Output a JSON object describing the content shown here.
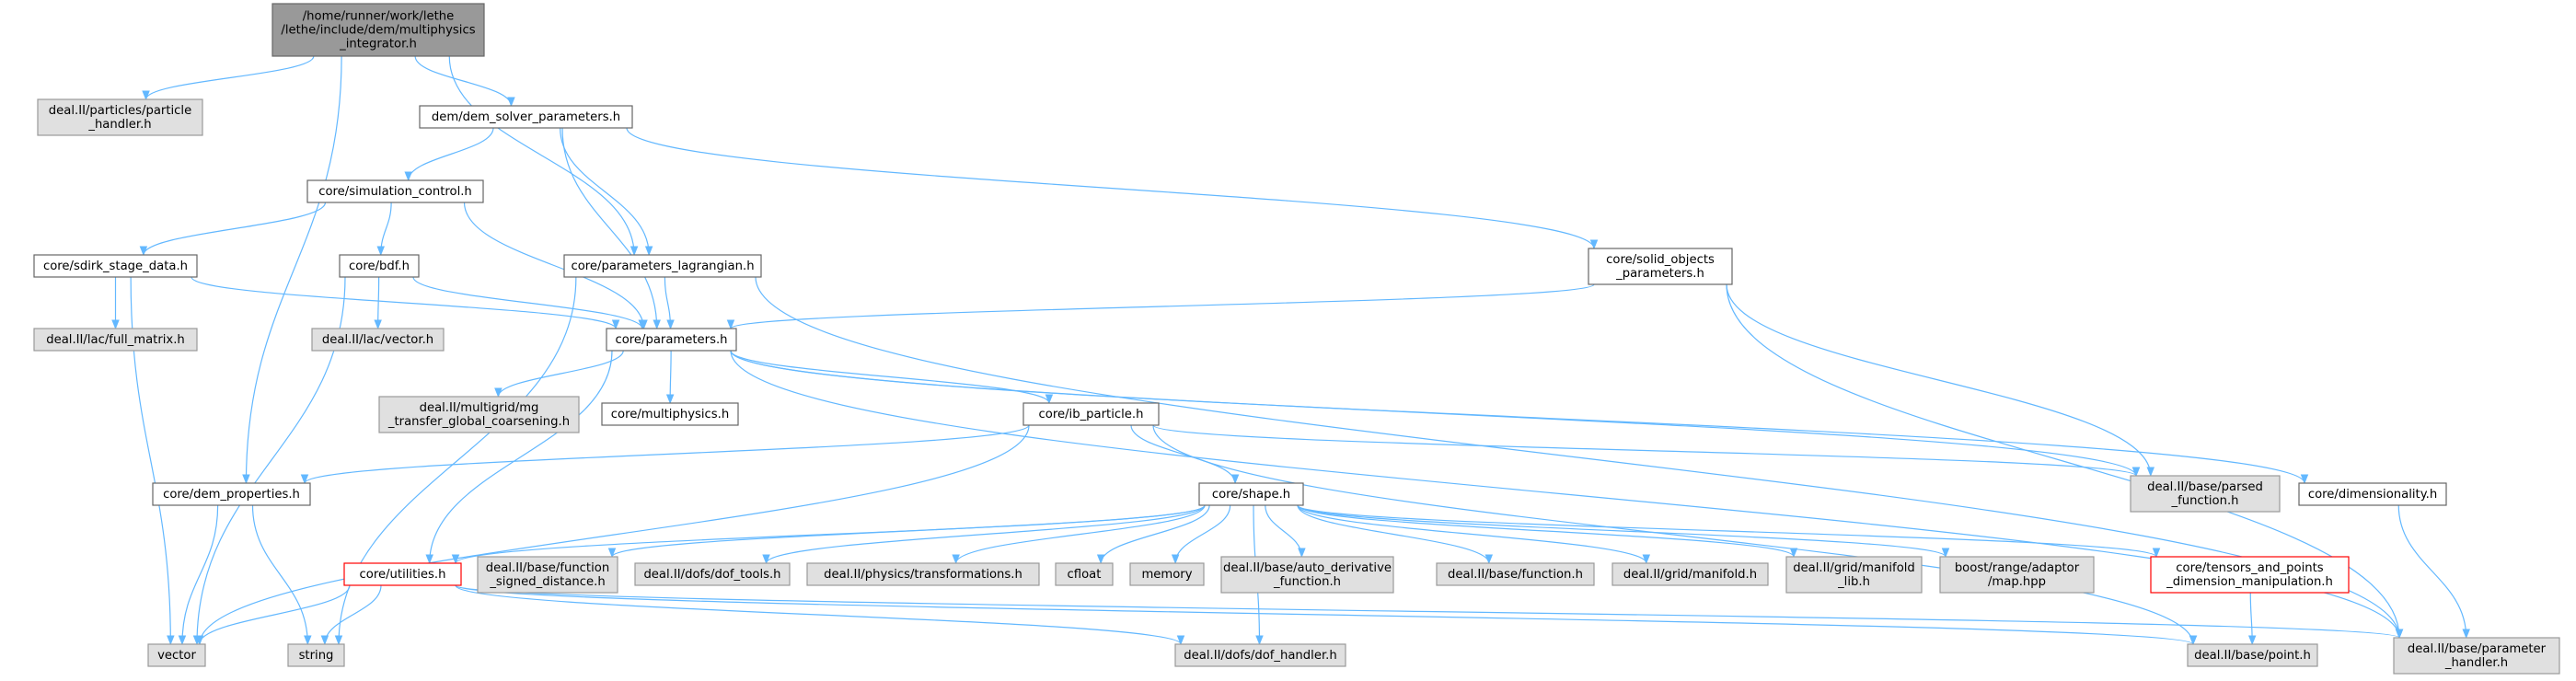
{
  "diagram": {
    "type": "include-dependency-graph",
    "colors": {
      "edge": "#63b8ff",
      "root_fill": "#999999",
      "external_fill": "#e0e0e0",
      "external_border": "#999999",
      "internal_fill": "#ffffff",
      "internal_border": "#666666",
      "incomplete_border": "#ff0000",
      "text": "#000000"
    },
    "nodes": [
      {
        "id": "integrator",
        "label": [
          "/home/runner/work/lethe",
          "/lethe/include/dem/multiphysics",
          "_integrator.h"
        ],
        "style": "root"
      },
      {
        "id": "particle_handler",
        "label": [
          "deal.II/particles/particle",
          "_handler.h"
        ],
        "style": "external"
      },
      {
        "id": "dem_solver_parameters",
        "label": [
          "dem/dem_solver_parameters.h"
        ],
        "style": "internal"
      },
      {
        "id": "simulation_control",
        "label": [
          "core/simulation_control.h"
        ],
        "style": "internal"
      },
      {
        "id": "sdirk",
        "label": [
          "core/sdirk_stage_data.h"
        ],
        "style": "internal"
      },
      {
        "id": "full_matrix",
        "label": [
          "deal.II/lac/full_matrix.h"
        ],
        "style": "external"
      },
      {
        "id": "bdf",
        "label": [
          "core/bdf.h"
        ],
        "style": "internal"
      },
      {
        "id": "lac_vector",
        "label": [
          "deal.II/lac/vector.h"
        ],
        "style": "external"
      },
      {
        "id": "parameters_lagrangian",
        "label": [
          "core/parameters_lagrangian.h"
        ],
        "style": "internal"
      },
      {
        "id": "solid_objects",
        "label": [
          "core/solid_objects",
          "_parameters.h"
        ],
        "style": "internal"
      },
      {
        "id": "parameters",
        "label": [
          "core/parameters.h"
        ],
        "style": "internal"
      },
      {
        "id": "mg_transfer",
        "label": [
          "deal.II/multigrid/mg",
          "_transfer_global_coarsening.h"
        ],
        "style": "external"
      },
      {
        "id": "multiphysics",
        "label": [
          "core/multiphysics.h"
        ],
        "style": "internal"
      },
      {
        "id": "ib_particle",
        "label": [
          "core/ib_particle.h"
        ],
        "style": "internal"
      },
      {
        "id": "dem_properties",
        "label": [
          "core/dem_properties.h"
        ],
        "style": "internal"
      },
      {
        "id": "shape",
        "label": [
          "core/shape.h"
        ],
        "style": "internal"
      },
      {
        "id": "parsed_function",
        "label": [
          "deal.II/base/parsed",
          "_function.h"
        ],
        "style": "external"
      },
      {
        "id": "dimensionality",
        "label": [
          "core/dimensionality.h"
        ],
        "style": "internal"
      },
      {
        "id": "utilities",
        "label": [
          "core/utilities.h"
        ],
        "style": "incomplete"
      },
      {
        "id": "function_signed_distance",
        "label": [
          "deal.II/base/function",
          "_signed_distance.h"
        ],
        "style": "external"
      },
      {
        "id": "dof_tools",
        "label": [
          "deal.II/dofs/dof_tools.h"
        ],
        "style": "external"
      },
      {
        "id": "transformations",
        "label": [
          "deal.II/physics/transformations.h"
        ],
        "style": "external"
      },
      {
        "id": "cfloat",
        "label": [
          "cfloat"
        ],
        "style": "external"
      },
      {
        "id": "memory",
        "label": [
          "memory"
        ],
        "style": "external"
      },
      {
        "id": "auto_derivative",
        "label": [
          "deal.II/base/auto_derivative",
          "_function.h"
        ],
        "style": "external"
      },
      {
        "id": "base_function",
        "label": [
          "deal.II/base/function.h"
        ],
        "style": "external"
      },
      {
        "id": "grid_manifold",
        "label": [
          "deal.II/grid/manifold.h"
        ],
        "style": "external"
      },
      {
        "id": "manifold_lib",
        "label": [
          "deal.II/grid/manifold",
          "_lib.h"
        ],
        "style": "external"
      },
      {
        "id": "boost_map",
        "label": [
          "boost/range/adaptor",
          "/map.hpp"
        ],
        "style": "external"
      },
      {
        "id": "tensors",
        "label": [
          "core/tensors_and_points",
          "_dimension_manipulation.h"
        ],
        "style": "incomplete"
      },
      {
        "id": "vector",
        "label": [
          "vector"
        ],
        "style": "external"
      },
      {
        "id": "string",
        "label": [
          "string"
        ],
        "style": "external"
      },
      {
        "id": "dof_handler",
        "label": [
          "deal.II/dofs/dof_handler.h"
        ],
        "style": "external"
      },
      {
        "id": "point",
        "label": [
          "deal.II/base/point.h"
        ],
        "style": "external"
      },
      {
        "id": "parameter_handler",
        "label": [
          "deal.II/base/parameter",
          "_handler.h"
        ],
        "style": "external"
      }
    ],
    "edges": [
      [
        "integrator",
        "particle_handler"
      ],
      [
        "integrator",
        "dem_solver_parameters"
      ],
      [
        "integrator",
        "parameters_lagrangian"
      ],
      [
        "integrator",
        "dem_properties"
      ],
      [
        "dem_solver_parameters",
        "simulation_control"
      ],
      [
        "dem_solver_parameters",
        "parameters_lagrangian"
      ],
      [
        "dem_solver_parameters",
        "parameters"
      ],
      [
        "dem_solver_parameters",
        "solid_objects"
      ],
      [
        "simulation_control",
        "sdirk"
      ],
      [
        "simulation_control",
        "bdf"
      ],
      [
        "simulation_control",
        "parameters"
      ],
      [
        "sdirk",
        "full_matrix"
      ],
      [
        "sdirk",
        "parameters"
      ],
      [
        "sdirk",
        "vector"
      ],
      [
        "bdf",
        "lac_vector"
      ],
      [
        "bdf",
        "parameters"
      ],
      [
        "bdf",
        "vector"
      ],
      [
        "parameters_lagrangian",
        "parameters"
      ],
      [
        "parameters_lagrangian",
        "parameter_handler"
      ],
      [
        "parameters_lagrangian",
        "string"
      ],
      [
        "solid_objects",
        "parameters"
      ],
      [
        "solid_objects",
        "parsed_function"
      ],
      [
        "solid_objects",
        "parameter_handler"
      ],
      [
        "parameters",
        "mg_transfer"
      ],
      [
        "parameters",
        "multiphysics"
      ],
      [
        "parameters",
        "ib_particle"
      ],
      [
        "parameters",
        "utilities"
      ],
      [
        "parameters",
        "parsed_function"
      ],
      [
        "parameters",
        "dimensionality"
      ],
      [
        "parameters",
        "parameter_handler"
      ],
      [
        "ib_particle",
        "dem_properties"
      ],
      [
        "ib_particle",
        "shape"
      ],
      [
        "ib_particle",
        "parsed_function"
      ],
      [
        "ib_particle",
        "point"
      ],
      [
        "ib_particle",
        "vector"
      ],
      [
        "dem_properties",
        "vector"
      ],
      [
        "dem_properties",
        "string"
      ],
      [
        "dimensionality",
        "parameter_handler"
      ],
      [
        "shape",
        "utilities"
      ],
      [
        "shape",
        "function_signed_distance"
      ],
      [
        "shape",
        "dof_tools"
      ],
      [
        "shape",
        "transformations"
      ],
      [
        "shape",
        "cfloat"
      ],
      [
        "shape",
        "memory"
      ],
      [
        "shape",
        "auto_derivative"
      ],
      [
        "shape",
        "base_function"
      ],
      [
        "shape",
        "grid_manifold"
      ],
      [
        "shape",
        "manifold_lib"
      ],
      [
        "shape",
        "boost_map"
      ],
      [
        "shape",
        "tensors"
      ],
      [
        "shape",
        "dof_handler"
      ],
      [
        "utilities",
        "vector"
      ],
      [
        "utilities",
        "string"
      ],
      [
        "utilities",
        "dof_handler"
      ],
      [
        "utilities",
        "point"
      ],
      [
        "utilities",
        "parameter_handler"
      ],
      [
        "tensors",
        "point"
      ]
    ]
  }
}
